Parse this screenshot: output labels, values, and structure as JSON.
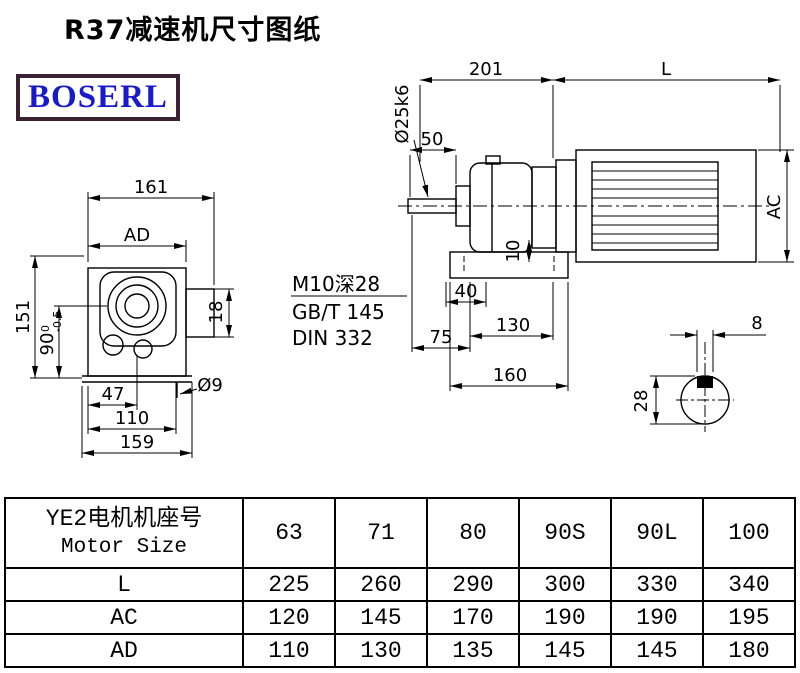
{
  "page": {
    "title": "R37减速机尺寸图纸",
    "logo": "BOSERL"
  },
  "front_view": {
    "dim_161": "161",
    "dim_AD": "AD",
    "dim_151": "151",
    "dim_90": "90",
    "dim_90_tol_top": "0",
    "dim_90_tol_bottom": "-0.5",
    "dim_18": "18",
    "dim_47": "47",
    "dim_110": "110",
    "dim_159": "159",
    "dim_dia9": "Ø9"
  },
  "side_view": {
    "dim_201": "201",
    "dim_L": "L",
    "dim_dia25": "Ø25k6",
    "dim_50": "50",
    "dim_40": "40",
    "dim_10": "10",
    "dim_75": "75",
    "dim_130": "130",
    "dim_160": "160",
    "dim_AC": "AC",
    "note_m10": "M10深28",
    "note_gbt": "GB/T 145",
    "note_din": "DIN 332"
  },
  "shaft_view": {
    "dim_8": "8",
    "dim_28": "28"
  },
  "table": {
    "header": {
      "cn": "YE2电机机座号",
      "en": "Motor Size"
    },
    "columns": [
      "63",
      "71",
      "80",
      "90S",
      "90L",
      "100"
    ],
    "rows": [
      {
        "label": "L",
        "values": [
          "225",
          "260",
          "290",
          "300",
          "330",
          "340"
        ]
      },
      {
        "label": "AC",
        "values": [
          "120",
          "145",
          "170",
          "190",
          "190",
          "195"
        ]
      },
      {
        "label": "AD",
        "values": [
          "110",
          "130",
          "135",
          "145",
          "145",
          "180"
        ]
      }
    ]
  },
  "colors": {
    "line": "#000000",
    "logo_text": "#1a1acd",
    "logo_border": "#3a2234",
    "table_border": "#000000",
    "background": "#ffffff"
  }
}
